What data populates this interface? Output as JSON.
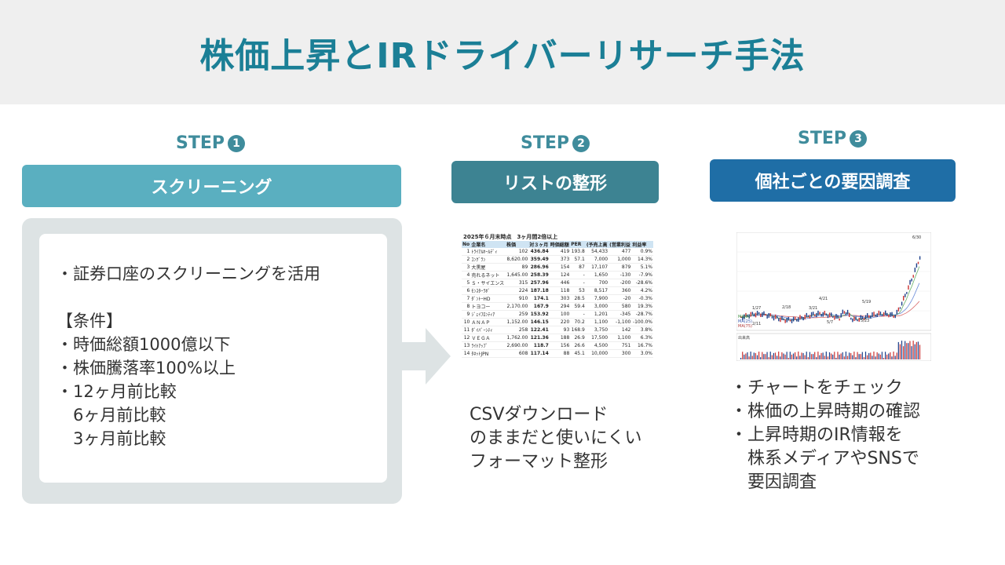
{
  "title": "株価上昇とIRドライバーリサーチ手法",
  "steps": [
    {
      "label": "STEP",
      "num": "1",
      "heading": "スクリーニング",
      "color": "#5aafc0",
      "lines": [
        "・証券口座のスクリーニングを活用",
        "",
        "【条件】",
        "・時価総額1000億以下",
        "・株価騰落率100%以上",
        "・12ヶ月前比較",
        "　6ヶ月前比較",
        "　3ヶ月前比較"
      ]
    },
    {
      "label": "STEP",
      "num": "2",
      "heading": "リストの整形",
      "color": "#3d8392",
      "lines": [
        "CSVダウンロード",
        "のままだと使いにくい",
        "フォーマット整形"
      ]
    },
    {
      "label": "STEP",
      "num": "3",
      "heading": "個社ごとの要因調査",
      "color": "#1f6ea6",
      "lines": [
        "・チャートをチェック",
        "・株価の上昇時期の確認",
        "・上昇時期のIR情報を",
        "株系メディアやSNSで",
        "要因調査"
      ]
    }
  ],
  "spreadsheet": {
    "caption": "2025年６月末時点　3ヶ月間2倍以上",
    "headers": [
      "No",
      "企業名",
      "株価",
      "対３ヶ月",
      "時価総額",
      "PER",
      "(予売上高",
      "(営業利益",
      "利益率"
    ],
    "rows": [
      [
        "1",
        "ﾄﾗｲｱﾙﾎｰﾙﾃﾞｨ",
        "102",
        "436.84",
        "419",
        "193.8",
        "54,433",
        "477",
        "0.9%"
      ],
      [
        "2",
        "ｺﾝｸﾞﾗﾝ",
        "8,620.00",
        "359.49",
        "373",
        "57.1",
        "7,000",
        "1,000",
        "14.3%"
      ],
      [
        "3",
        "大黒屋",
        "89",
        "286.96",
        "154",
        "87",
        "17,107",
        "879",
        "5.1%"
      ],
      [
        "4",
        "売れるネット",
        "1,645.00",
        "258.39",
        "124",
        "-",
        "1,650",
        "-130",
        "-7.9%"
      ],
      [
        "5",
        "Ｓ・サイエンス",
        "315",
        "257.96",
        "446",
        "-",
        "700",
        "-200",
        "-28.6%"
      ],
      [
        "6",
        "ﾓﾝｽﾀｰﾗﾎﾞ",
        "224",
        "187.18",
        "118",
        "53",
        "8,517",
        "360",
        "4.2%"
      ],
      [
        "7",
        "ﾀﾞﾝﾄｰHD",
        "910",
        "174.1",
        "303",
        "28.5",
        "7,900",
        "-20",
        "-0.3%"
      ],
      [
        "8",
        "トヨコー",
        "2,170.00",
        "167.9",
        "294",
        "59.4",
        "3,000",
        "580",
        "19.3%"
      ],
      [
        "9",
        "ｼﾞｪｲﾌﾛﾝﾃｨｱ",
        "259",
        "153.92",
        "100",
        "-",
        "1,201",
        "-345",
        "-28.7%"
      ],
      [
        "10",
        "ＡＮＡＰ",
        "1,152.00",
        "146.15",
        "220",
        "70.2",
        "1,100",
        "-1,100",
        "-100.0%"
      ],
      [
        "11",
        "ﾀﾞｲﾊﾞｰｼﾃｨ",
        "258",
        "122.41",
        "93",
        "168.9",
        "3,750",
        "142",
        "3.8%"
      ],
      [
        "12",
        "ＶＥＧＡ",
        "1,762.00",
        "121.36",
        "188",
        "26.9",
        "17,500",
        "1,100",
        "6.3%"
      ],
      [
        "13",
        "ﾗｲﾄｱｯﾌﾟ",
        "2,690.00",
        "118.7",
        "156",
        "26.6",
        "4,500",
        "751",
        "16.7%"
      ],
      [
        "14",
        "ﾀﾈｯﾄJPN",
        "608",
        "117.14",
        "88",
        "45.1",
        "10,000",
        "300",
        "3.0%"
      ]
    ]
  },
  "stock_chart": {
    "annotations": [
      "1/27",
      "2/11",
      "2/18",
      "3/21",
      "4/21",
      "5/7",
      "5/19",
      "5/23",
      "6/30"
    ],
    "legend": [
      "MA(5)",
      "MA(25)",
      "MA(75)"
    ],
    "volume_label": "出来高"
  }
}
